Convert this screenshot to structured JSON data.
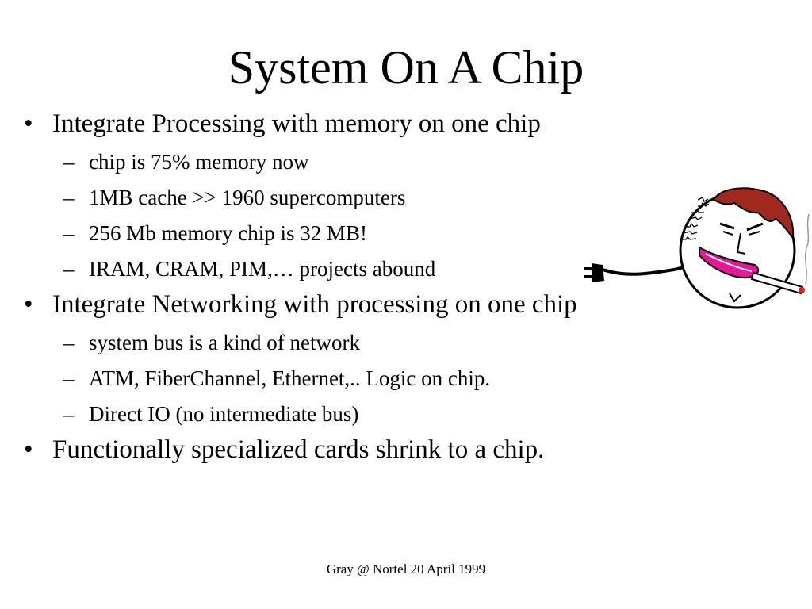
{
  "slide": {
    "title": "System On A Chip",
    "bullets": [
      {
        "text": "Integrate Processing with memory on one chip",
        "subs": [
          "chip is 75% memory now",
          "1MB cache >> 1960 supercomputers",
          "256 Mb memory chip is 32 MB!",
          "IRAM, CRAM, PIM,… projects abound"
        ]
      },
      {
        "text": "Integrate Networking with processing on one chip",
        "subs": [
          "system bus is a kind of network",
          "ATM, FiberChannel, Ethernet,.. Logic on chip.",
          "Direct IO (no intermediate bus)"
        ]
      },
      {
        "text": "Functionally specialized cards shrink to a chip.",
        "subs": []
      }
    ],
    "bullet_glyph": "•",
    "dash_glyph": "–",
    "footer": "Gray @ Nortel 20 April 1999"
  },
  "illustration": {
    "icon": "smoking-chip-face-icon",
    "colors": {
      "hair": "#a0281e",
      "lips": "#e8179a",
      "cigarette_tip": "#e02020"
    }
  }
}
